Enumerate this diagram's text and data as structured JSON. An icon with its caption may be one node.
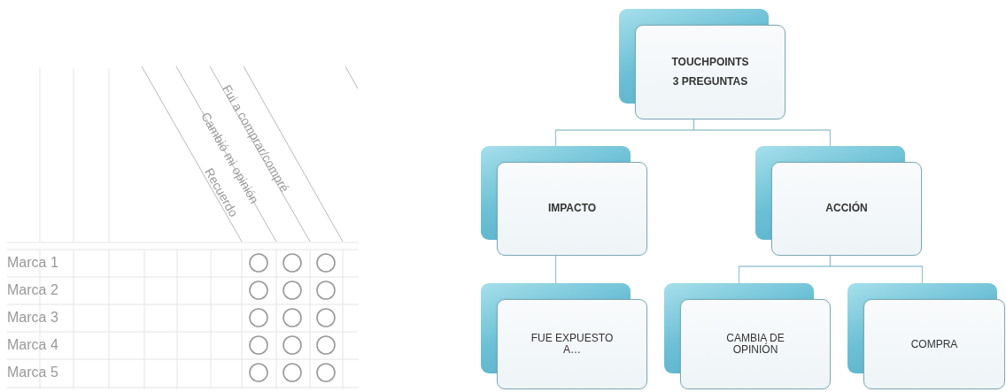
{
  "diagram": {
    "nodes": [
      {
        "text": [
          "TOUCHPOINTS 3 PREGUNTAS"
        ]
      },
      {
        "text": [
          "IMPACTO"
        ]
      },
      {
        "text": [
          "ACCIÓN"
        ]
      },
      {
        "text": [
          "FUE EXPUESTO A…"
        ]
      },
      {
        "text": [
          "CAMBIA DE OPINIÓN"
        ]
      },
      {
        "text": [
          "COMPRA"
        ]
      }
    ],
    "edges": [
      {
        "from": 0,
        "to": 1,
        "arrow": "none"
      },
      {
        "from": 0,
        "to": 2,
        "arrow": "none"
      },
      {
        "from": 1,
        "to": 3,
        "arrow": "none"
      },
      {
        "from": 2,
        "to": 4,
        "arrow": "none"
      },
      {
        "from": 2,
        "to": 5,
        "arrow": "none"
      }
    ],
    "labels": [
      "Recuerdo",
      "Cambió mi opinión",
      "Fui a comprar/compré",
      "Marca 1",
      "Marca 2",
      "Marca 3",
      "Marca 4",
      "Marca 5"
    ]
  }
}
